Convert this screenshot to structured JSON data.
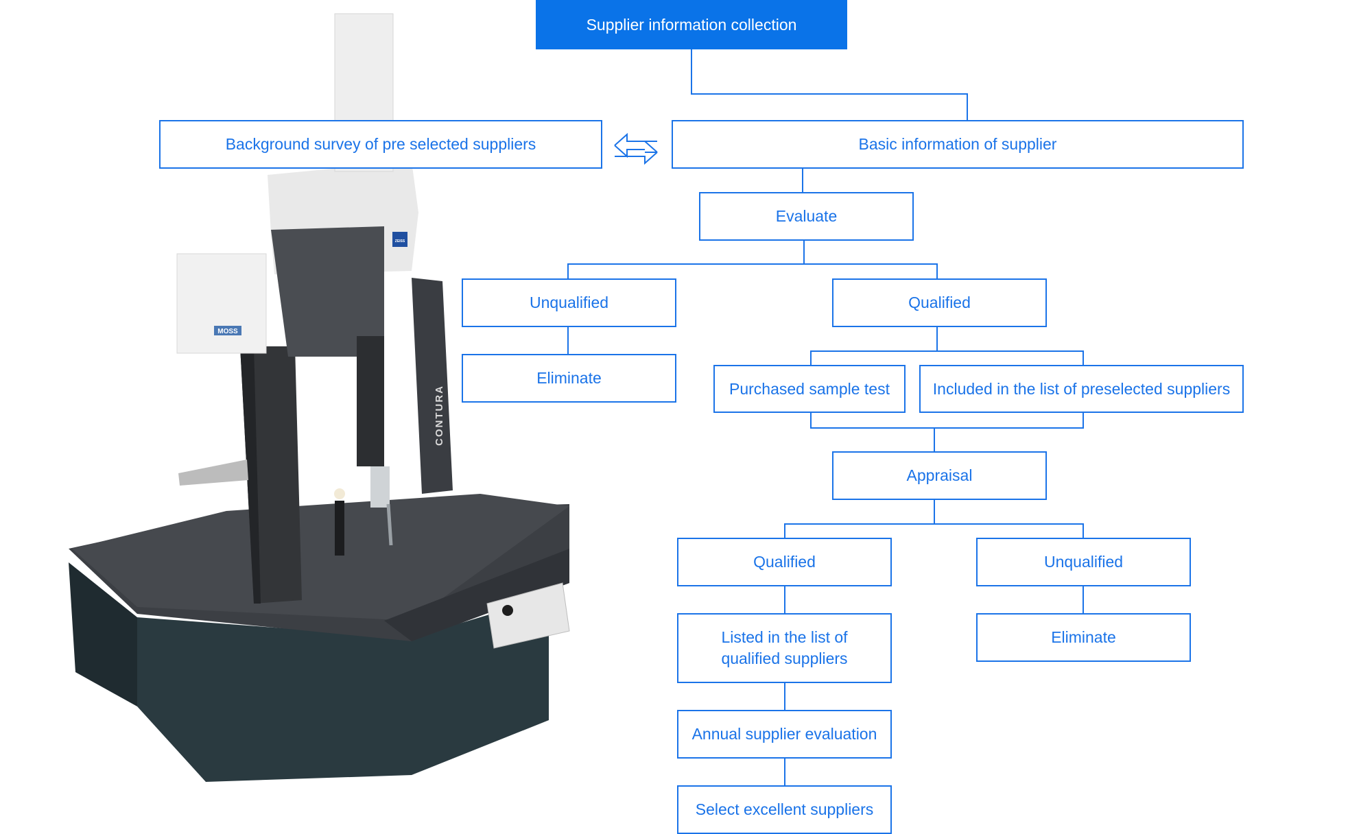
{
  "nodes": {
    "header": "Supplier information  collection",
    "background_survey": "Background survey of pre selected suppliers",
    "basic_info": "Basic information of supplier",
    "evaluate": "Evaluate",
    "unqualified_1": "Unqualified",
    "qualified_1": "Qualified",
    "eliminate_1": "Eliminate",
    "sample_test": "Purchased sample test",
    "preselected_list": "Included in the list of preselected suppliers",
    "appraisal": "Appraisal",
    "qualified_2": "Qualified",
    "unqualified_2": "Unqualified",
    "qualified_list": "Listed in the list of\nqualified suppliers",
    "eliminate_2": "Eliminate",
    "annual_evaluation": "Annual supplier evaluation",
    "excellent": "Select excellent suppliers"
  },
  "machine": {
    "column_label": "CONTURA",
    "brand_badge": "ZEISS",
    "sensor_label": "MOSS"
  },
  "colors": {
    "accent": "#1a73e8",
    "header_fill": "#0a73e8",
    "granite": "#3c3f44",
    "base": "#2a3a40",
    "machine_white": "#eeeeee"
  }
}
